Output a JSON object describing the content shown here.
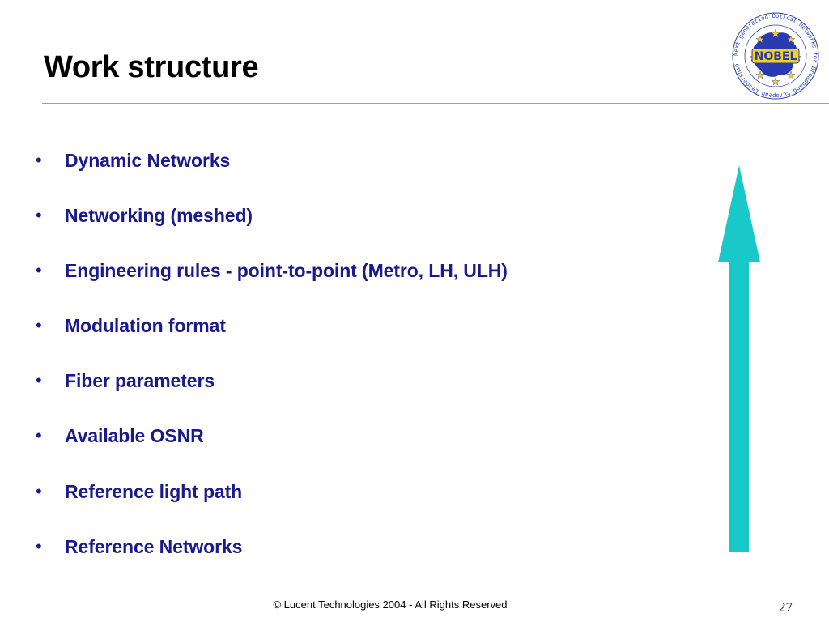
{
  "slide": {
    "title": "Work structure",
    "bullets": [
      "Dynamic Networks",
      "Networking (meshed)",
      "Engineering rules - point-to-point (Metro, LH, ULH)",
      "Modulation format",
      "Fiber parameters",
      "Available OSNR",
      "Reference light path",
      "Reference Networks"
    ],
    "bullet_glyph": "•",
    "footer": "© Lucent Technologies 2004 - All Rights Reserved",
    "page_number": "27"
  },
  "logo": {
    "center_text": "NOBEL",
    "ring_text": "Next generation Optical Networks for Broadband European Leadership"
  },
  "colors": {
    "title": "#000000",
    "bullet_text": "#1a1a8c",
    "arrow": "#19c8c8",
    "rule": "#a0a0a0",
    "logo_blue": "#2a3ab0",
    "logo_yellow": "#f2d21a"
  },
  "icons": {
    "arrow": "up-arrow-icon",
    "logo": "nobel-logo"
  }
}
